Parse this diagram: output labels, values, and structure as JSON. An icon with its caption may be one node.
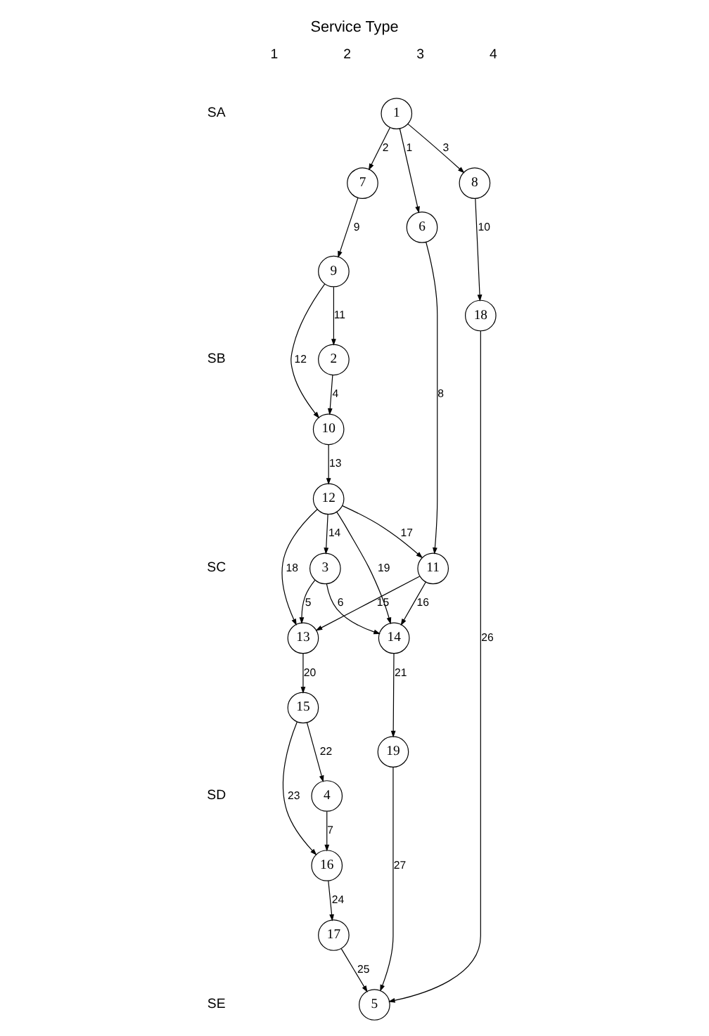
{
  "diagram": {
    "title": "Service Type",
    "nodes": [
      {
        "text": [
          "1"
        ]
      },
      {
        "text": [
          "6"
        ]
      },
      {
        "text": [
          "7"
        ]
      },
      {
        "text": [
          "8"
        ]
      },
      {
        "text": [
          "9"
        ]
      },
      {
        "text": [
          "2"
        ]
      },
      {
        "text": [
          "10"
        ]
      },
      {
        "text": [
          "12"
        ]
      },
      {
        "text": [
          "3"
        ]
      },
      {
        "text": [
          "11"
        ]
      },
      {
        "text": [
          "14"
        ]
      },
      {
        "text": [
          "13"
        ]
      },
      {
        "text": [
          "15"
        ]
      },
      {
        "text": [
          "4"
        ]
      },
      {
        "text": [
          "16"
        ]
      },
      {
        "text": [
          "5"
        ]
      },
      {
        "text": [
          "17"
        ]
      },
      {
        "text": [
          "18"
        ]
      },
      {
        "text": [
          "19"
        ]
      }
    ],
    "edges": [
      {
        "from": 0,
        "to": 1,
        "arrow": "to",
        "label": "1"
      },
      {
        "from": 0,
        "to": 2,
        "arrow": "to",
        "label": "2"
      },
      {
        "from": 0,
        "to": 3,
        "arrow": "to",
        "label": "3"
      },
      {
        "from": 5,
        "to": 6,
        "arrow": "to",
        "label": "4"
      },
      {
        "from": 8,
        "to": 11,
        "arrow": "to",
        "label": "5"
      },
      {
        "from": 8,
        "to": 10,
        "arrow": "to",
        "label": "6"
      },
      {
        "from": 13,
        "to": 14,
        "arrow": "to",
        "label": "7"
      },
      {
        "from": 1,
        "to": 9,
        "arrow": "to",
        "label": "8"
      },
      {
        "from": 2,
        "to": 4,
        "arrow": "to",
        "label": "9"
      },
      {
        "from": 3,
        "to": 17,
        "arrow": "to",
        "label": "10"
      },
      {
        "from": 4,
        "to": 5,
        "arrow": "to",
        "label": "11"
      },
      {
        "from": 4,
        "to": 6,
        "arrow": "to",
        "label": "12"
      },
      {
        "from": 6,
        "to": 7,
        "arrow": "to",
        "label": "13"
      },
      {
        "from": 7,
        "to": 8,
        "arrow": "to",
        "label": "14"
      },
      {
        "from": 9,
        "to": 11,
        "arrow": "to",
        "label": "15"
      },
      {
        "from": 9,
        "to": 10,
        "arrow": "to",
        "label": "16"
      },
      {
        "from": 7,
        "to": 9,
        "arrow": "to",
        "label": "17"
      },
      {
        "from": 7,
        "to": 11,
        "arrow": "to",
        "label": "18"
      },
      {
        "from": 7,
        "to": 10,
        "arrow": "to",
        "label": "19"
      },
      {
        "from": 11,
        "to": 12,
        "arrow": "to",
        "label": "20"
      },
      {
        "from": 10,
        "to": 18,
        "arrow": "to",
        "label": "21"
      },
      {
        "from": 12,
        "to": 13,
        "arrow": "to",
        "label": "22"
      },
      {
        "from": 12,
        "to": 14,
        "arrow": "to",
        "label": "23"
      },
      {
        "from": 14,
        "to": 16,
        "arrow": "to",
        "label": "24"
      },
      {
        "from": 16,
        "to": 15,
        "arrow": "to",
        "label": "25"
      },
      {
        "from": 17,
        "to": 15,
        "arrow": "to",
        "label": "26"
      },
      {
        "from": 18,
        "to": 15,
        "arrow": "to",
        "label": "27"
      }
    ],
    "labels": [
      "1",
      "2",
      "3",
      "4",
      "SA",
      "SB",
      "SC",
      "SD",
      "SE"
    ]
  }
}
